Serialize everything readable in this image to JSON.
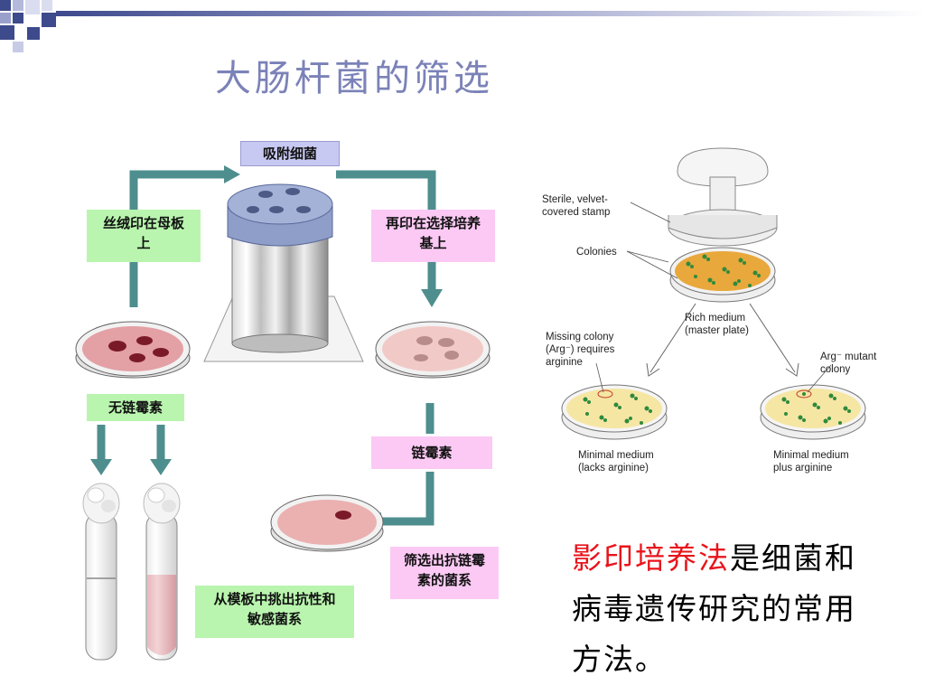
{
  "slide": {
    "title": "大肠杆菌的筛选"
  },
  "replica_steps": {
    "adsorb": "吸附细菌",
    "velvet_to_master": "丝绒印在母板上",
    "reprint_selective": "再印在选择培养基上",
    "no_streptomycin": "无链霉素",
    "streptomycin": "链霉素",
    "screen_resistant": "筛选出抗链霉素的菌系",
    "pick_from_template": "从模板中挑出抗性和敏感菌系"
  },
  "textbook_figure": {
    "stamp": "Sterile, velvet-covered stamp",
    "stamp_line1": "Sterile, velvet-",
    "stamp_line2": "covered stamp",
    "colonies": "Colonies",
    "rich_line1": "Rich medium",
    "rich_line2": "(master plate)",
    "missing_line1": "Missing colony",
    "missing_line2": "(Arg⁻) requires",
    "missing_line3": "arginine",
    "mutant_line1": "Arg⁻ mutant",
    "mutant_line2": "colony",
    "minimal_line1": "Minimal medium",
    "minimal_line2": "(lacks arginine)",
    "plus_line1": "Minimal medium",
    "plus_line2": "plus arginine"
  },
  "caption": {
    "highlight": "影印培养法",
    "rest": "是细菌和病毒遗传研究的常用方法。"
  },
  "colors": {
    "title": "#7b82b8",
    "highlight": "#e8141b",
    "arrow": "#4f8e8e",
    "label_blue": "#c8c9f2",
    "label_green": "#b9f5ae",
    "label_pink": "#fbc9f4"
  }
}
